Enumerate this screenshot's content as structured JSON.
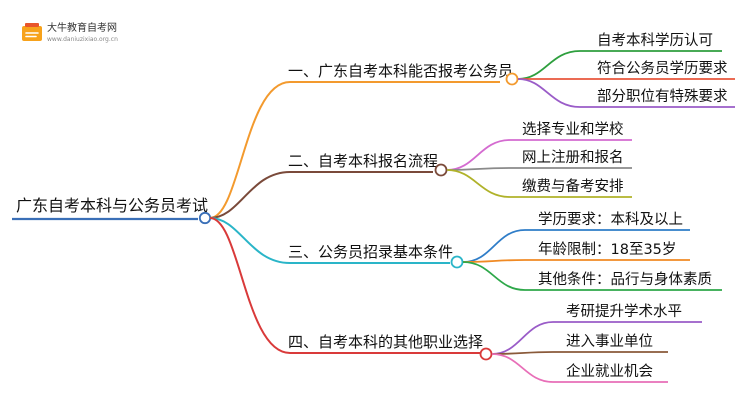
{
  "logo": {
    "name": "大牛教育自考网",
    "url": "www.daniuzixiao.org.cn"
  },
  "root": {
    "label": "广东自考本科与公务员考试",
    "color": "#3a6fb7"
  },
  "branches": [
    {
      "label": "一、广东自考本科能否报考公务员",
      "color": "#f39a2e",
      "children_color": [
        "#2e9f3e",
        "#e8563b",
        "#9a5cc8"
      ],
      "children": [
        "自考本科学历认可",
        "符合公务员学历要求",
        "部分职位有特殊要求"
      ]
    },
    {
      "label": "二、自考本科报名流程",
      "color": "#7a4a3a",
      "children_color": [
        "#d46bd0",
        "#8a8a8a",
        "#b0b22a"
      ],
      "children": [
        "选择专业和学校",
        "网上注册和报名",
        "缴费与备考安排"
      ]
    },
    {
      "label": "三、公务员招录基本条件",
      "color": "#2ab5c8",
      "children_color": [
        "#2f7dc8",
        "#f08a24",
        "#2ea84a"
      ],
      "children": [
        "学历要求：本科及以上",
        "年龄限制：18至35岁",
        "其他条件：品行与身体素质"
      ]
    },
    {
      "label": "四、自考本科的其他职业选择",
      "color": "#d93a3a",
      "children_color": [
        "#9a5cc8",
        "#8a5a3a",
        "#e86fb8"
      ],
      "children": [
        "考研提升学术水平",
        "进入事业单位",
        "企业就业机会"
      ]
    }
  ]
}
